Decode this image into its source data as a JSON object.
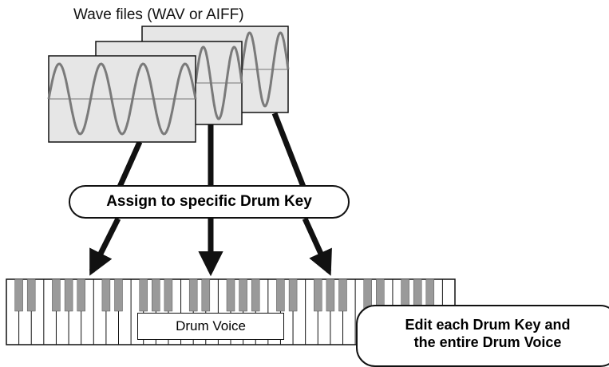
{
  "wave_files_label": "Wave files (WAV or AIFF)",
  "assign_label": "Assign to specific Drum Key",
  "drum_voice_label": "Drum Voice",
  "edit_label_line1": "Edit each Drum Key and",
  "edit_label_line2": "the entire Drum Voice",
  "colors": {
    "panel_fill": "#e6e6e6",
    "wave_stroke": "#7a7a7a",
    "line_stroke": "#111111",
    "black_key": "#9a9a9a"
  }
}
